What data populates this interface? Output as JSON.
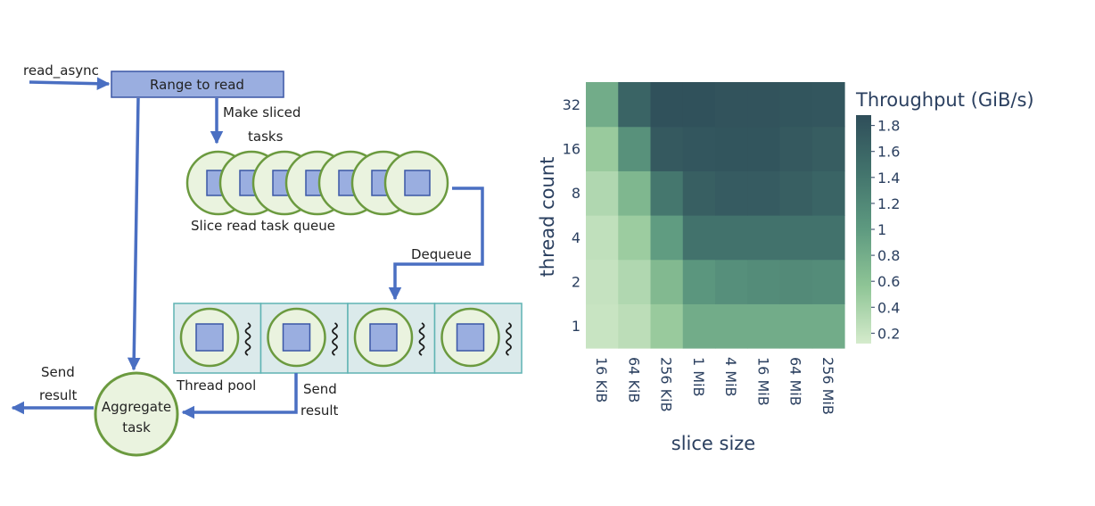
{
  "diagram": {
    "read_async_label": "read_async",
    "range_box_label": "Range to read",
    "make_sliced_tasks_label": [
      "Make sliced",
      "tasks"
    ],
    "queue_label": "Slice read task queue",
    "dequeue_label": "Dequeue",
    "thread_pool_label": "Thread pool",
    "send_result_pool_label": [
      "Send",
      "result"
    ],
    "send_result_out_label": [
      "Send",
      "result"
    ],
    "aggregate_task_label": [
      "Aggregate",
      "task"
    ],
    "queue_task_count": 7,
    "pool_thread_count": 4,
    "colors": {
      "arrow": "#4a6fc2",
      "box_fill": "#9aaee0",
      "box_stroke": "#3b57a6",
      "circle_fill": "#eaf3df",
      "circle_stroke": "#6b9a3f",
      "pool_fill": "#dbeaeb",
      "pool_stroke": "#5fb3b3"
    }
  },
  "chart_data": {
    "type": "heatmap",
    "x": [
      "16 KiB",
      "64 KiB",
      "256 KiB",
      "1 MiB",
      "4 MiB",
      "16 MiB",
      "64 MiB",
      "256 MiB"
    ],
    "y": [
      "1",
      "2",
      "4",
      "8",
      "16",
      "32"
    ],
    "z": [
      [
        0.2,
        0.28,
        0.5,
        0.82,
        0.82,
        0.82,
        0.82,
        0.82
      ],
      [
        0.22,
        0.35,
        0.68,
        1.05,
        1.12,
        1.16,
        1.18,
        1.16
      ],
      [
        0.25,
        0.48,
        0.98,
        1.45,
        1.45,
        1.45,
        1.45,
        1.45
      ],
      [
        0.35,
        0.7,
        1.4,
        1.68,
        1.72,
        1.72,
        1.68,
        1.62
      ],
      [
        0.5,
        1.1,
        1.75,
        1.78,
        1.8,
        1.8,
        1.75,
        1.7
      ],
      [
        0.82,
        1.62,
        1.85,
        1.85,
        1.82,
        1.82,
        1.8,
        1.78
      ]
    ],
    "xlabel": "slice size",
    "ylabel": "thread count",
    "colorbar_title": "Throughput (GiB/s)",
    "colorbar_ticks": [
      "0.2",
      "0.4",
      "0.6",
      "0.8",
      "1",
      "1.2",
      "1.4",
      "1.6",
      "1.8"
    ],
    "zmin": 0.12,
    "zmax": 1.88,
    "colorscale": [
      "#d5ebcc",
      "#8fc596",
      "#5e9a80",
      "#42736c",
      "#2f4e5a"
    ]
  }
}
